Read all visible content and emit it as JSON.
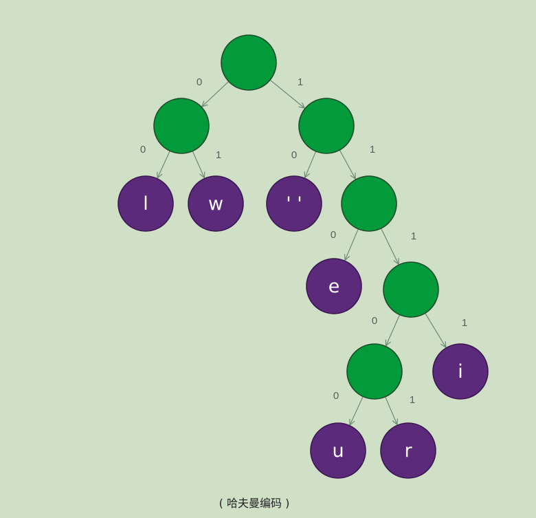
{
  "caption": "( 哈夫曼编码 )",
  "colors": {
    "background": "#cfe0c7",
    "internal_node": "#029a3a",
    "leaf_node": "#5c2a7a",
    "edge": "#6b8a74"
  },
  "tree": {
    "nodes": [
      {
        "id": "root",
        "type": "internal"
      },
      {
        "id": "n0",
        "type": "internal"
      },
      {
        "id": "n1",
        "type": "internal"
      },
      {
        "id": "leaf-l",
        "type": "leaf",
        "label": "l"
      },
      {
        "id": "leaf-w",
        "type": "leaf",
        "label": "w"
      },
      {
        "id": "leaf-space",
        "type": "leaf",
        "label": "' '"
      },
      {
        "id": "n11",
        "type": "internal"
      },
      {
        "id": "leaf-e",
        "type": "leaf",
        "label": "e"
      },
      {
        "id": "n111",
        "type": "internal"
      },
      {
        "id": "n1110",
        "type": "internal"
      },
      {
        "id": "leaf-i",
        "type": "leaf",
        "label": "i"
      },
      {
        "id": "leaf-u",
        "type": "leaf",
        "label": "u"
      },
      {
        "id": "leaf-r",
        "type": "leaf",
        "label": "r"
      }
    ],
    "edges": [
      {
        "from": "root",
        "to": "n0",
        "label": "0"
      },
      {
        "from": "root",
        "to": "n1",
        "label": "1"
      },
      {
        "from": "n0",
        "to": "leaf-l",
        "label": "0"
      },
      {
        "from": "n0",
        "to": "leaf-w",
        "label": "1"
      },
      {
        "from": "n1",
        "to": "leaf-space",
        "label": "0"
      },
      {
        "from": "n1",
        "to": "n11",
        "label": "1"
      },
      {
        "from": "n11",
        "to": "leaf-e",
        "label": "0"
      },
      {
        "from": "n11",
        "to": "n111",
        "label": "1"
      },
      {
        "from": "n111",
        "to": "n1110",
        "label": "0"
      },
      {
        "from": "n111",
        "to": "leaf-i",
        "label": "1"
      },
      {
        "from": "n1110",
        "to": "leaf-u",
        "label": "0"
      },
      {
        "from": "n1110",
        "to": "leaf-r",
        "label": "1"
      }
    ]
  }
}
